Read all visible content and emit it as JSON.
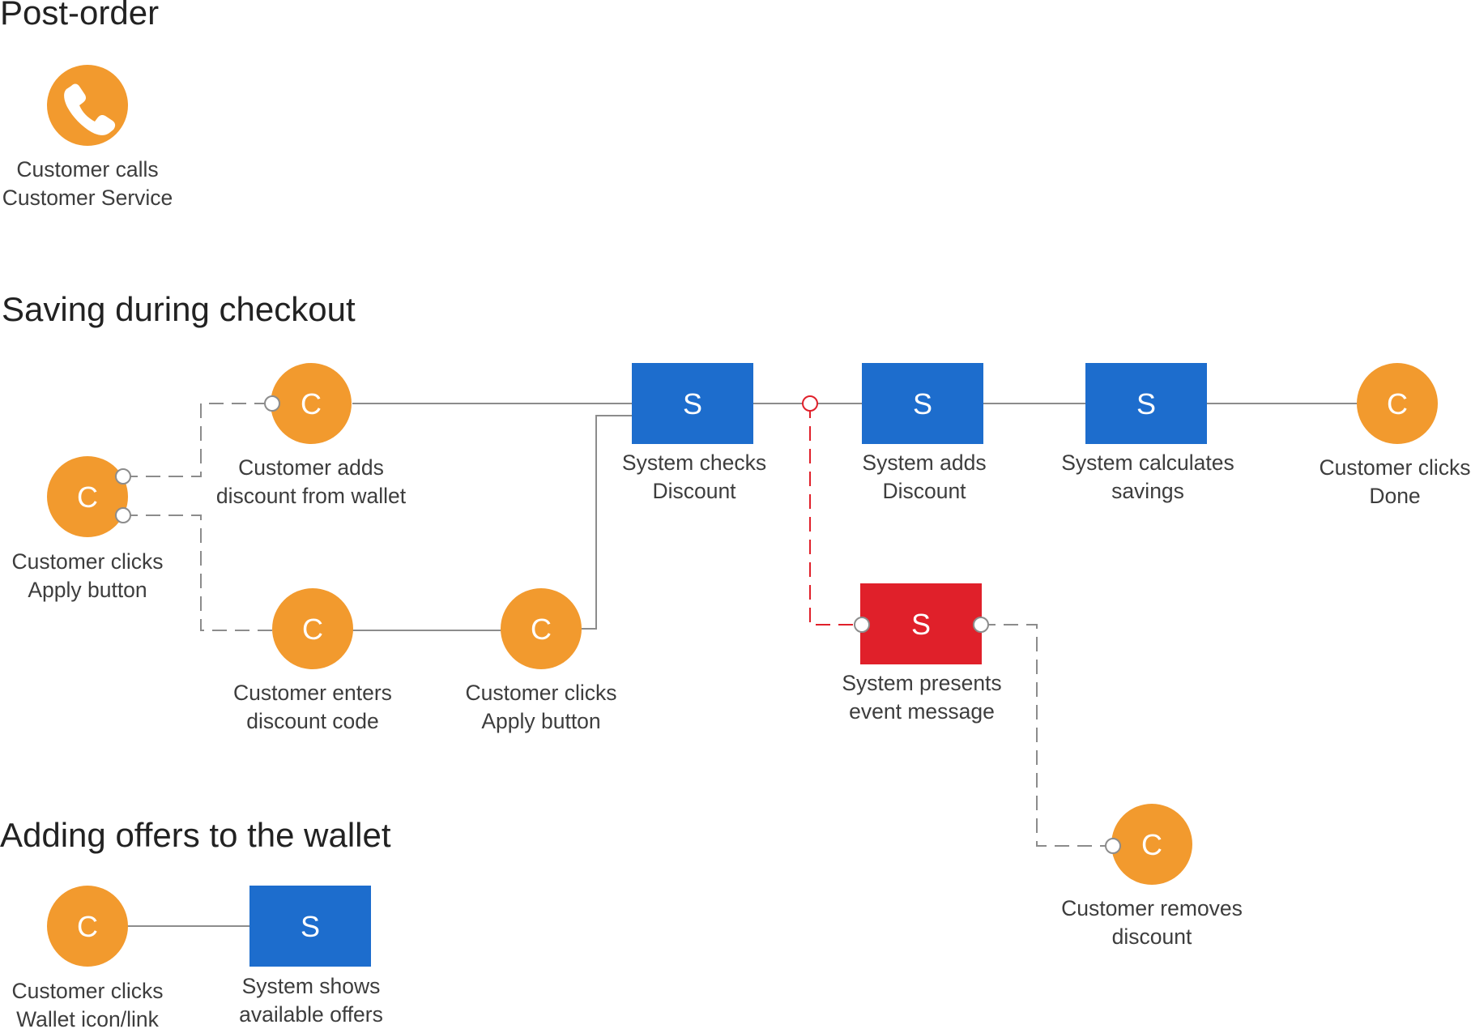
{
  "sections": {
    "post_order": "Post-order",
    "saving": "Saving during checkout",
    "adding": "Adding offers to the wallet"
  },
  "legend": {
    "customer_glyph": "C",
    "system_glyph": "S"
  },
  "colors": {
    "customer": "#F29A2E",
    "system": "#1D6DCD",
    "error": "#E0202A",
    "line": "#8c8c8c",
    "error_line": "#E0202A"
  },
  "icons": {
    "call_node": "phone-icon"
  },
  "nodes": {
    "call_cs": [
      "Customer calls",
      "Customer Service"
    ],
    "clicks_apply_left": [
      "Customer clicks",
      "Apply button"
    ],
    "adds_from_wallet": [
      "Customer adds",
      "discount from wallet"
    ],
    "enters_code": [
      "Customer enters",
      "discount code"
    ],
    "clicks_apply_mid": [
      "Customer clicks",
      "Apply button"
    ],
    "checks_discount": [
      "System checks",
      "Discount"
    ],
    "adds_discount": [
      "System adds",
      "Discount"
    ],
    "calculates_savings": [
      "System calculates",
      "savings"
    ],
    "clicks_done": [
      "Customer clicks",
      "Done"
    ],
    "event_message": [
      "System presents",
      "event message"
    ],
    "removes_discount": [
      "Customer removes",
      "discount"
    ],
    "clicks_wallet": [
      "Customer clicks",
      "Wallet icon/link"
    ],
    "shows_offers": [
      "System shows",
      "available offers"
    ]
  }
}
